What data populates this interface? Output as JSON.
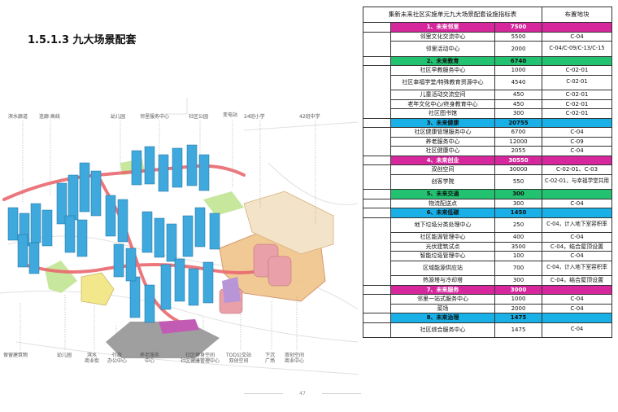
{
  "section_title": "1.5.1.3 九大场景配套",
  "page_number": "47",
  "map_labels_top": [
    {
      "id": "label-riverside-greenway",
      "text": "滨水廊道"
    },
    {
      "id": "label-greenway-high",
      "text": "连廊·高线"
    },
    {
      "id": "label-kindergarten-top",
      "text": "幼儿园"
    },
    {
      "id": "label-neighborhood-center",
      "text": "邻里服务中心"
    },
    {
      "id": "label-community-park",
      "text": "社区公园"
    },
    {
      "id": "label-substation",
      "text": "变电站"
    },
    {
      "id": "label-school-24",
      "text": "24班小学"
    },
    {
      "id": "label-school-42",
      "text": "42班中学"
    }
  ],
  "map_labels_bottom": [
    {
      "id": "label-protected-building",
      "text": "保留建筑物"
    },
    {
      "id": "label-kindergarten-bottom",
      "text": "幼儿园"
    },
    {
      "id": "label-waterside-commercial",
      "text": "滨水\n商业街"
    },
    {
      "id": "label-admin-office",
      "text": "行政\n办公中心"
    },
    {
      "id": "label-elderly-service",
      "text": "养老服务\n中心"
    },
    {
      "id": "label-community-health",
      "text": "社区健身空间\n社区健康管理中心"
    },
    {
      "id": "label-tod-bus",
      "text": "TOD公交站\n双创空间"
    },
    {
      "id": "label-sunken-plaza",
      "text": "下沉\n广场"
    },
    {
      "id": "label-dual-commerce",
      "text": "双创空间\n商业中心"
    }
  ],
  "table": {
    "headers": [
      "集新未来社区实施单元九大场景配套设施指标表",
      "",
      "布置地块"
    ],
    "rows": [
      {
        "type": "category",
        "color": "magenta",
        "name": "1、未来邻里",
        "value": "7500",
        "plot": ""
      },
      {
        "type": "item",
        "group_start": true,
        "group_span": 2,
        "name": "邻里文化交流中心",
        "value": "5500",
        "plot": "C-04"
      },
      {
        "type": "item",
        "name": "邻里活动中心",
        "value": "2000",
        "plot": "C-04/C-09/C-13/C-15",
        "tall": true
      },
      {
        "type": "category",
        "color": "green",
        "name": "2、未来教育",
        "value": "6740",
        "plot": ""
      },
      {
        "type": "item",
        "group_start": true,
        "group_span": 5,
        "name": "社区早教服务中心",
        "value": "1000",
        "plot": "C-02-01"
      },
      {
        "type": "item",
        "name": "社区幸福学堂/特殊教育资源中心",
        "value": "4540",
        "plot": "C-02-01",
        "tall": true
      },
      {
        "type": "item",
        "name": "儿童活动交流空间",
        "value": "450",
        "plot": "C-02-01"
      },
      {
        "type": "item",
        "name": "老年文化中心/终身教育中心",
        "value": "450",
        "plot": "C-02-01"
      },
      {
        "type": "item",
        "name": "社区图书馆",
        "value": "300",
        "plot": "C-02-01"
      },
      {
        "type": "category",
        "color": "cyan",
        "name": "3、未来健康",
        "value": "20755",
        "plot": ""
      },
      {
        "type": "item",
        "group_start": true,
        "group_span": 3,
        "name": "社区健康管理服务中心",
        "value": "6700",
        "plot": "C-04"
      },
      {
        "type": "item",
        "name": "养老服务中心",
        "value": "12000",
        "plot": "C-09"
      },
      {
        "type": "item",
        "name": "社区健康中心",
        "value": "2055",
        "plot": "C-04"
      },
      {
        "type": "category",
        "color": "magenta",
        "name": "4、未来创业",
        "value": "30550",
        "plot": ""
      },
      {
        "type": "item",
        "group_start": true,
        "group_span": 2,
        "name": "双创空间",
        "value": "30000",
        "plot": "C-02-01、C-03"
      },
      {
        "type": "item",
        "name": "创客学院",
        "value": "550",
        "plot": "C-02-01，与幸福学堂共用",
        "tall": true
      },
      {
        "type": "category",
        "color": "green",
        "name": "5、未来交通",
        "value": "300",
        "plot": ""
      },
      {
        "type": "item",
        "group_start": true,
        "group_span": 1,
        "name": "物流配送点",
        "value": "300",
        "plot": "C-04"
      },
      {
        "type": "category",
        "color": "cyan",
        "name": "6、未来低碳",
        "value": "1450",
        "plot": ""
      },
      {
        "type": "item",
        "group_start": true,
        "group_span": 6,
        "name": "地下垃圾分类处理中心",
        "value": "250",
        "plot": "C-04，计入地下室容积率",
        "tall": true
      },
      {
        "type": "item",
        "name": "社区能源管理中心",
        "value": "400",
        "plot": "C-04"
      },
      {
        "type": "item",
        "name": "光伏建筑试点",
        "value": "3500",
        "plot": "C-04，结合屋顶设置"
      },
      {
        "type": "item",
        "name": "智能垃圾管理中心",
        "value": "100",
        "plot": "C-04"
      },
      {
        "type": "item",
        "name": "区域能源供应站",
        "value": "700",
        "plot": "C-04，计入地下室容积率",
        "tall": true
      },
      {
        "type": "item",
        "name": "热源塔与冷却塔",
        "value": "300",
        "plot": "C-04，结合屋顶设置"
      },
      {
        "type": "category",
        "color": "magenta",
        "name": "7、未来服务",
        "value": "3000",
        "plot": ""
      },
      {
        "type": "item",
        "group_start": true,
        "group_span": 2,
        "name": "邻里一站式服务中心",
        "value": "1000",
        "plot": "C-04"
      },
      {
        "type": "item",
        "name": "菜场",
        "value": "2000",
        "plot": "C-04"
      },
      {
        "type": "category",
        "color": "cyan",
        "name": "8、未来治理",
        "value": "1475",
        "plot": ""
      },
      {
        "type": "item",
        "group_start": true,
        "group_span": 1,
        "name": "社区综合服务中心",
        "value": "1475",
        "plot": "C-04",
        "tall": true
      }
    ]
  },
  "colors": {
    "magenta": "#d6279d",
    "cyan": "#18b0e6",
    "green": "#22c271",
    "building_blue": "#3fa9dd",
    "walkway_red": "#e9686f",
    "orange_block": "#f0c48a",
    "green_block": "#b9e08a"
  }
}
